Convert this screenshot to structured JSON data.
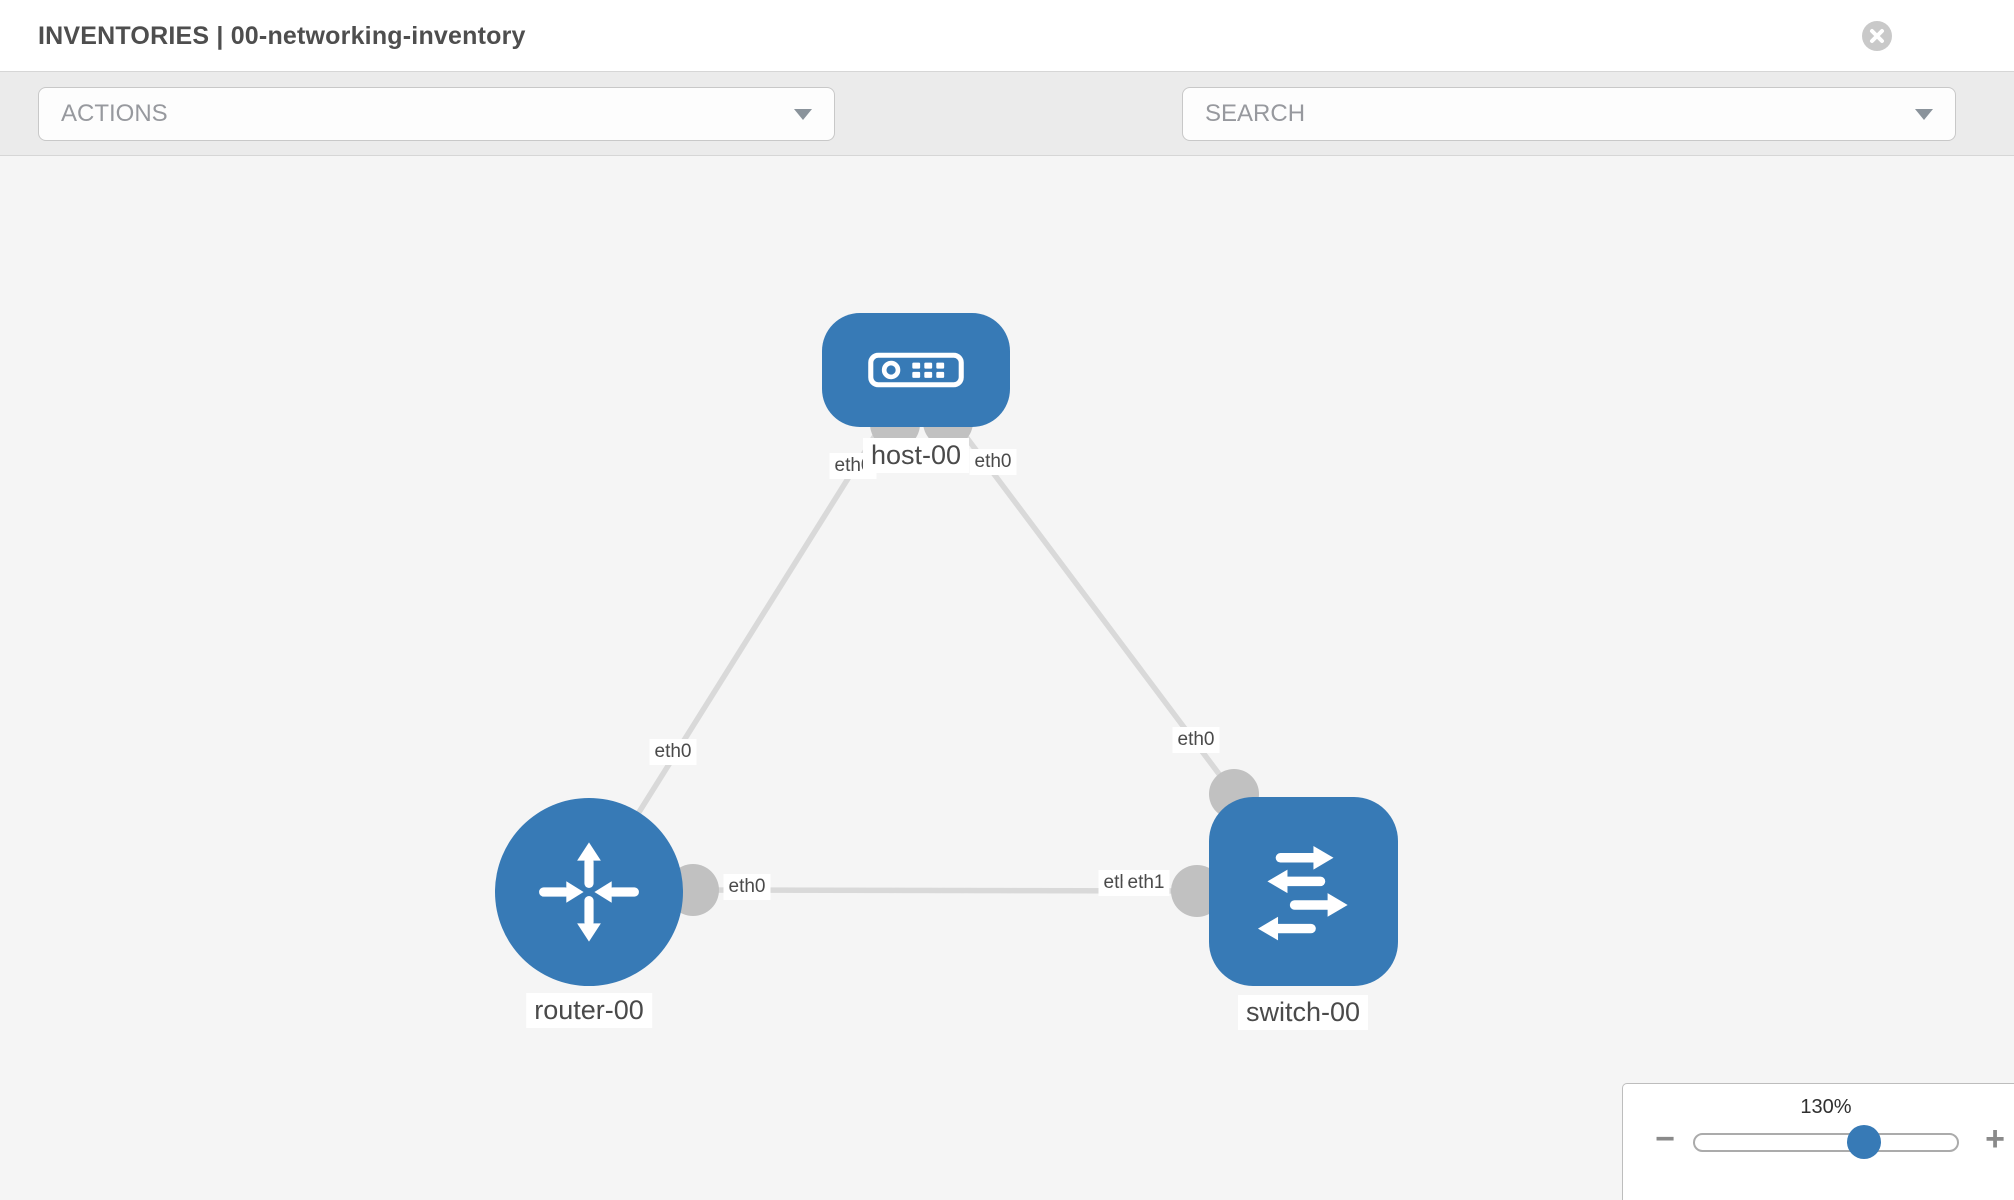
{
  "header": {
    "title": "INVENTORIES | 00-networking-inventory"
  },
  "toolbar": {
    "actions_label": "ACTIONS",
    "search_placeholder": "SEARCH"
  },
  "topology": {
    "nodes": [
      {
        "id": "host-00",
        "type": "host",
        "label": "host-00"
      },
      {
        "id": "router-00",
        "type": "router",
        "label": "router-00"
      },
      {
        "id": "switch-00",
        "type": "switch",
        "label": "switch-00"
      }
    ],
    "links": [
      {
        "source": "host-00",
        "source_port": "eth0",
        "target": "router-00",
        "target_port": "eth0"
      },
      {
        "source": "host-00",
        "source_port": "eth0",
        "target": "switch-00",
        "target_port": "eth0"
      },
      {
        "source": "router-00",
        "source_port": "eth0",
        "target": "switch-00",
        "target_port": "eth1"
      }
    ],
    "node_labels": {
      "host": "host-00",
      "router": "router-00",
      "switch": "switch-00"
    },
    "port_labels": {
      "host_left": "eth0",
      "host_right": "eth0",
      "router_top": "eth0",
      "switch_top": "eth0",
      "router_right": "eth0",
      "switch_left_back": "eth0",
      "switch_left_front": "eth1"
    }
  },
  "zoom_control": {
    "level": "130%",
    "minus_label": "−",
    "plus_label": "+"
  },
  "colors": {
    "node_blue": "#377ab6",
    "link_gray": "#d9d9d9",
    "port_gray": "#c1c1c1",
    "toolbar_bg": "#ebebeb",
    "canvas_bg": "#f5f5f5",
    "label_text": "#4a4a4a"
  }
}
